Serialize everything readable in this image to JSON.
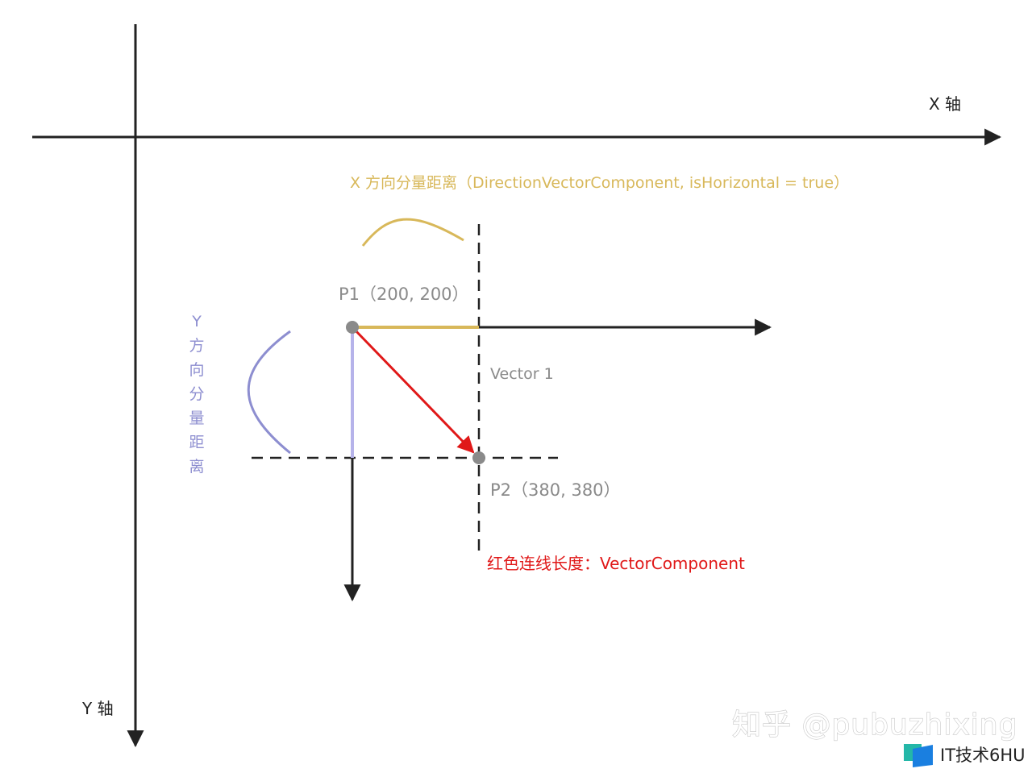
{
  "axes": {
    "x_label": "X 轴",
    "y_label": "Y 轴"
  },
  "points": {
    "p1_label": "P1（200, 200）",
    "p2_label": "P2（380, 380）"
  },
  "labels": {
    "vector": "Vector 1",
    "x_component": "X 方向分量距离（DirectionVectorComponent, isHorizontal = true）",
    "y_component_chars": [
      "Y",
      "方",
      "向",
      "分",
      "量",
      "距",
      "离"
    ],
    "red_line": "红色连线长度：VectorComponent"
  },
  "watermark": {
    "text": "知乎 @pubuzhixing"
  },
  "badge": {
    "text": "IT技术6HU"
  },
  "colors": {
    "axis": "#222222",
    "x_component": "#d8b85a",
    "y_component": "#8d8ed0",
    "vector": "#e01818",
    "point": "#8a8a8a"
  }
}
